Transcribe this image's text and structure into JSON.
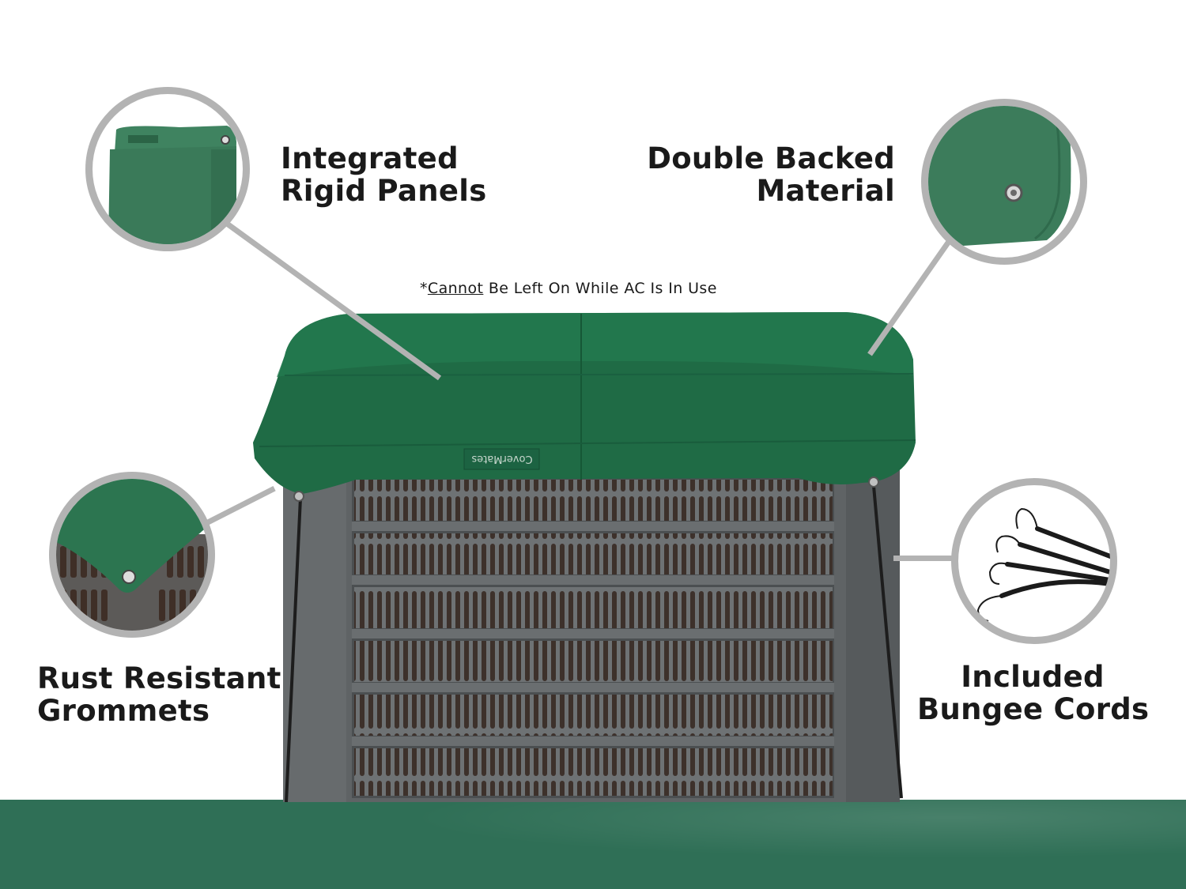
{
  "features": {
    "top_left": {
      "line1": "Integrated",
      "line2": "Rigid Panels",
      "icon": "rigid-panel-closeup"
    },
    "top_right": {
      "line1": "Double Backed",
      "line2": "Material",
      "icon": "fabric-grommet-closeup"
    },
    "bottom_left": {
      "line1": "Rust Resistant",
      "line2": "Grommets",
      "icon": "grommet-closeup"
    },
    "bottom_right": {
      "line1": "Included",
      "line2": "Bungee Cords",
      "icon": "bungee-cords"
    }
  },
  "note": {
    "prefix": "*",
    "underlined": "Cannot",
    "rest": " Be Left On While AC Is In Use"
  },
  "product": {
    "brand_label": "CoverMates",
    "cover_color": "#1f6b45",
    "unit_color": "#5a5e60",
    "floor_color": "#2f6f56"
  }
}
